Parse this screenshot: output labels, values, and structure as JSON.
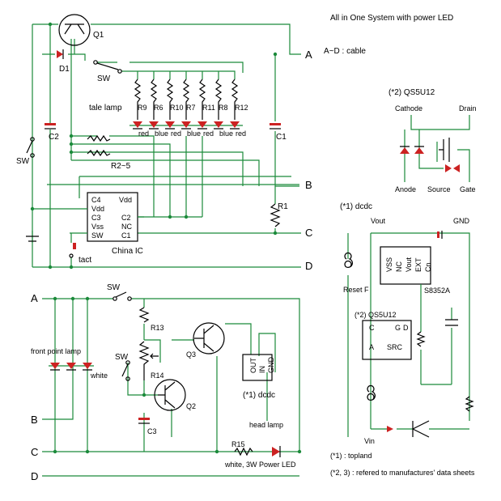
{
  "title": "All in One System with power LED",
  "cable_note": "A~D : cable",
  "upper": {
    "q1": "Q1",
    "d1": "D1",
    "sw": "SW",
    "sw_left": "SW",
    "tale_lamp": "tale lamp",
    "resistors": [
      "R9",
      "R6",
      "R10",
      "R7",
      "R11",
      "R8",
      "R12"
    ],
    "led_colors": [
      "red",
      "blue",
      "red",
      "blue",
      "red",
      "blue",
      "red"
    ],
    "c1": "C1",
    "c2": "C2",
    "r2_5": "R2~5",
    "r1": "R1",
    "china_ic": "China IC",
    "tact": "tact",
    "ic_pins_left": [
      "C4",
      "Vdd",
      "C3",
      "Vss",
      "SW"
    ],
    "ic_pins_right": [
      "Vdd",
      "C2",
      "NC",
      "C1"
    ],
    "terminals": [
      "A",
      "B",
      "C",
      "D"
    ]
  },
  "lower": {
    "terminals": [
      "A",
      "B",
      "C",
      "D"
    ],
    "sw1": "SW",
    "sw2": "SW",
    "front_lamp": "front point lamp",
    "white": "white",
    "r13": "R13",
    "r14": "R14",
    "q2": "Q2",
    "q3": "Q3",
    "c3": "C3",
    "dcdc_pins": [
      "OUT",
      "IN",
      "GND"
    ],
    "dcdc_label": "(*1) dcdc",
    "head_lamp": "head lamp",
    "r15": "R15",
    "power_led": "white, 3W Power LED"
  },
  "qs5u12": {
    "title": "(*2) QS5U12",
    "cathode": "Cathode",
    "drain": "Drain",
    "anode": "Anode",
    "source": "Source",
    "gate": "Gate"
  },
  "dcdc_detail": {
    "title": "(*1) dcdc",
    "vout": "Vout",
    "gnd": "GND",
    "reset": "Reset F",
    "chip_pins": [
      "VSS",
      "NC",
      "Vout",
      "EXT",
      "Cn"
    ],
    "chip_name": "S8352A",
    "qs_label": "(*2) QS5U12",
    "qs_pins": [
      "A",
      "C",
      "SRC",
      "G",
      "D"
    ],
    "vin": "Vin"
  },
  "notes": [
    "(*1) : topland",
    "(*2, 3) : refered to manufactures' data sheets"
  ]
}
